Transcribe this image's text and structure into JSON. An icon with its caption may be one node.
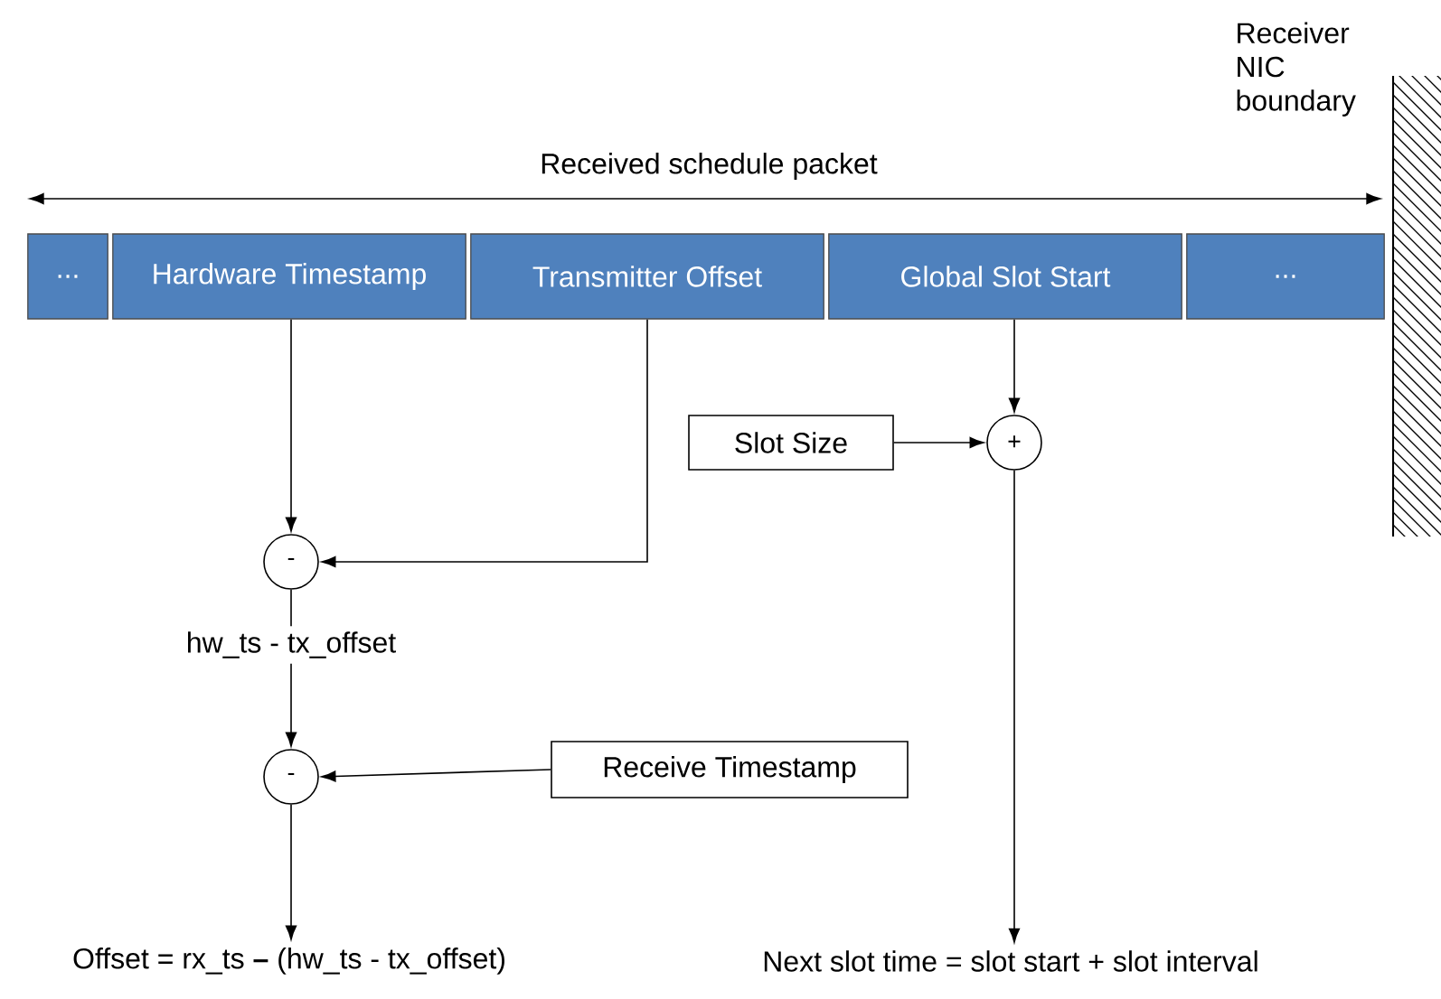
{
  "diagram": {
    "nodes": [
      {
        "text": [
          "..."
        ]
      },
      {
        "text": [
          "Hardware Timestamp"
        ]
      },
      {
        "text": [
          "Transmitter Offset"
        ]
      },
      {
        "text": [
          "Global Slot Start"
        ]
      },
      {
        "text": [
          "..."
        ]
      },
      {
        "text": [
          "Slot Size"
        ]
      },
      {
        "text": [
          "+"
        ]
      },
      {
        "text": [
          "-"
        ]
      },
      {
        "text": [
          "hw_ts - tx_offset"
        ]
      },
      {
        "text": [
          "-"
        ]
      },
      {
        "text": [
          "Receive Timestamp"
        ]
      },
      {
        "text": [
          "Offset = rx_ts **–** (hw_ts - tx_offset)"
        ]
      },
      {
        "text": [
          "Next slot time = slot start + slot interval"
        ]
      }
    ],
    "edges": [
      {
        "from": 1,
        "to": 7,
        "arrow": "to"
      },
      {
        "from": 2,
        "to": 7,
        "arrow": "to"
      },
      {
        "from": 3,
        "to": 6,
        "arrow": "to"
      },
      {
        "from": 5,
        "to": 6,
        "arrow": "to"
      },
      {
        "from": 7,
        "to": 8,
        "arrow": "none"
      },
      {
        "from": 8,
        "to": 9,
        "arrow": "to"
      },
      {
        "from": 10,
        "to": 9,
        "arrow": "to"
      },
      {
        "from": 9,
        "to": 11,
        "arrow": "to"
      },
      {
        "from": 6,
        "to": 12,
        "arrow": "to"
      }
    ],
    "labels": [
      "Receiver NIC boundary",
      "Received schedule packet"
    ]
  }
}
